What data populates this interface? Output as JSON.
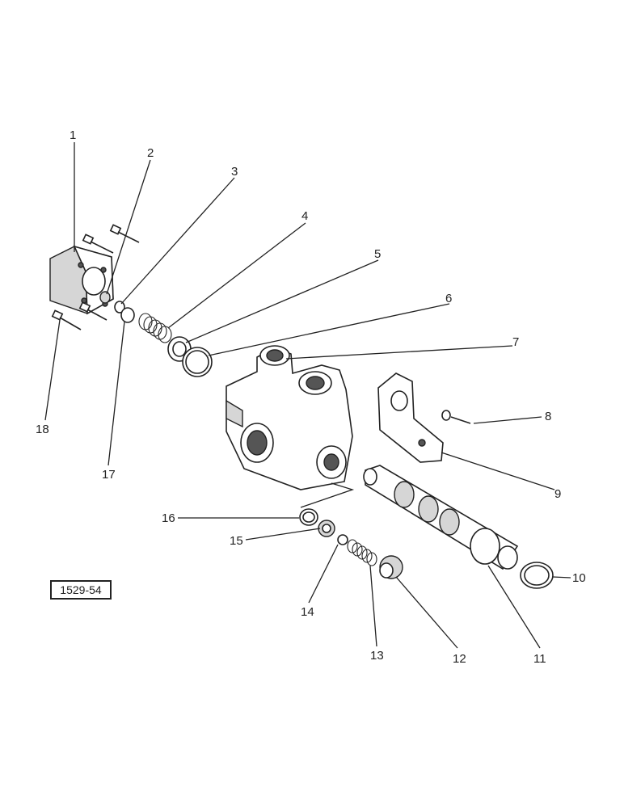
{
  "figure_ref": "1529-54",
  "callouts": [
    {
      "id": "c1",
      "text": "1"
    },
    {
      "id": "c2",
      "text": "2"
    },
    {
      "id": "c3",
      "text": "3"
    },
    {
      "id": "c4",
      "text": "4"
    },
    {
      "id": "c5",
      "text": "5"
    },
    {
      "id": "c6",
      "text": "6"
    },
    {
      "id": "c7",
      "text": "7"
    },
    {
      "id": "c8",
      "text": "8"
    },
    {
      "id": "c9",
      "text": "9"
    },
    {
      "id": "c10",
      "text": "10"
    },
    {
      "id": "c11",
      "text": "11"
    },
    {
      "id": "c12",
      "text": "12"
    },
    {
      "id": "c13",
      "text": "13"
    },
    {
      "id": "c14",
      "text": "14"
    },
    {
      "id": "c15",
      "text": "15"
    },
    {
      "id": "c16",
      "text": "16"
    },
    {
      "id": "c17",
      "text": "17"
    },
    {
      "id": "c18",
      "text": "18"
    }
  ]
}
